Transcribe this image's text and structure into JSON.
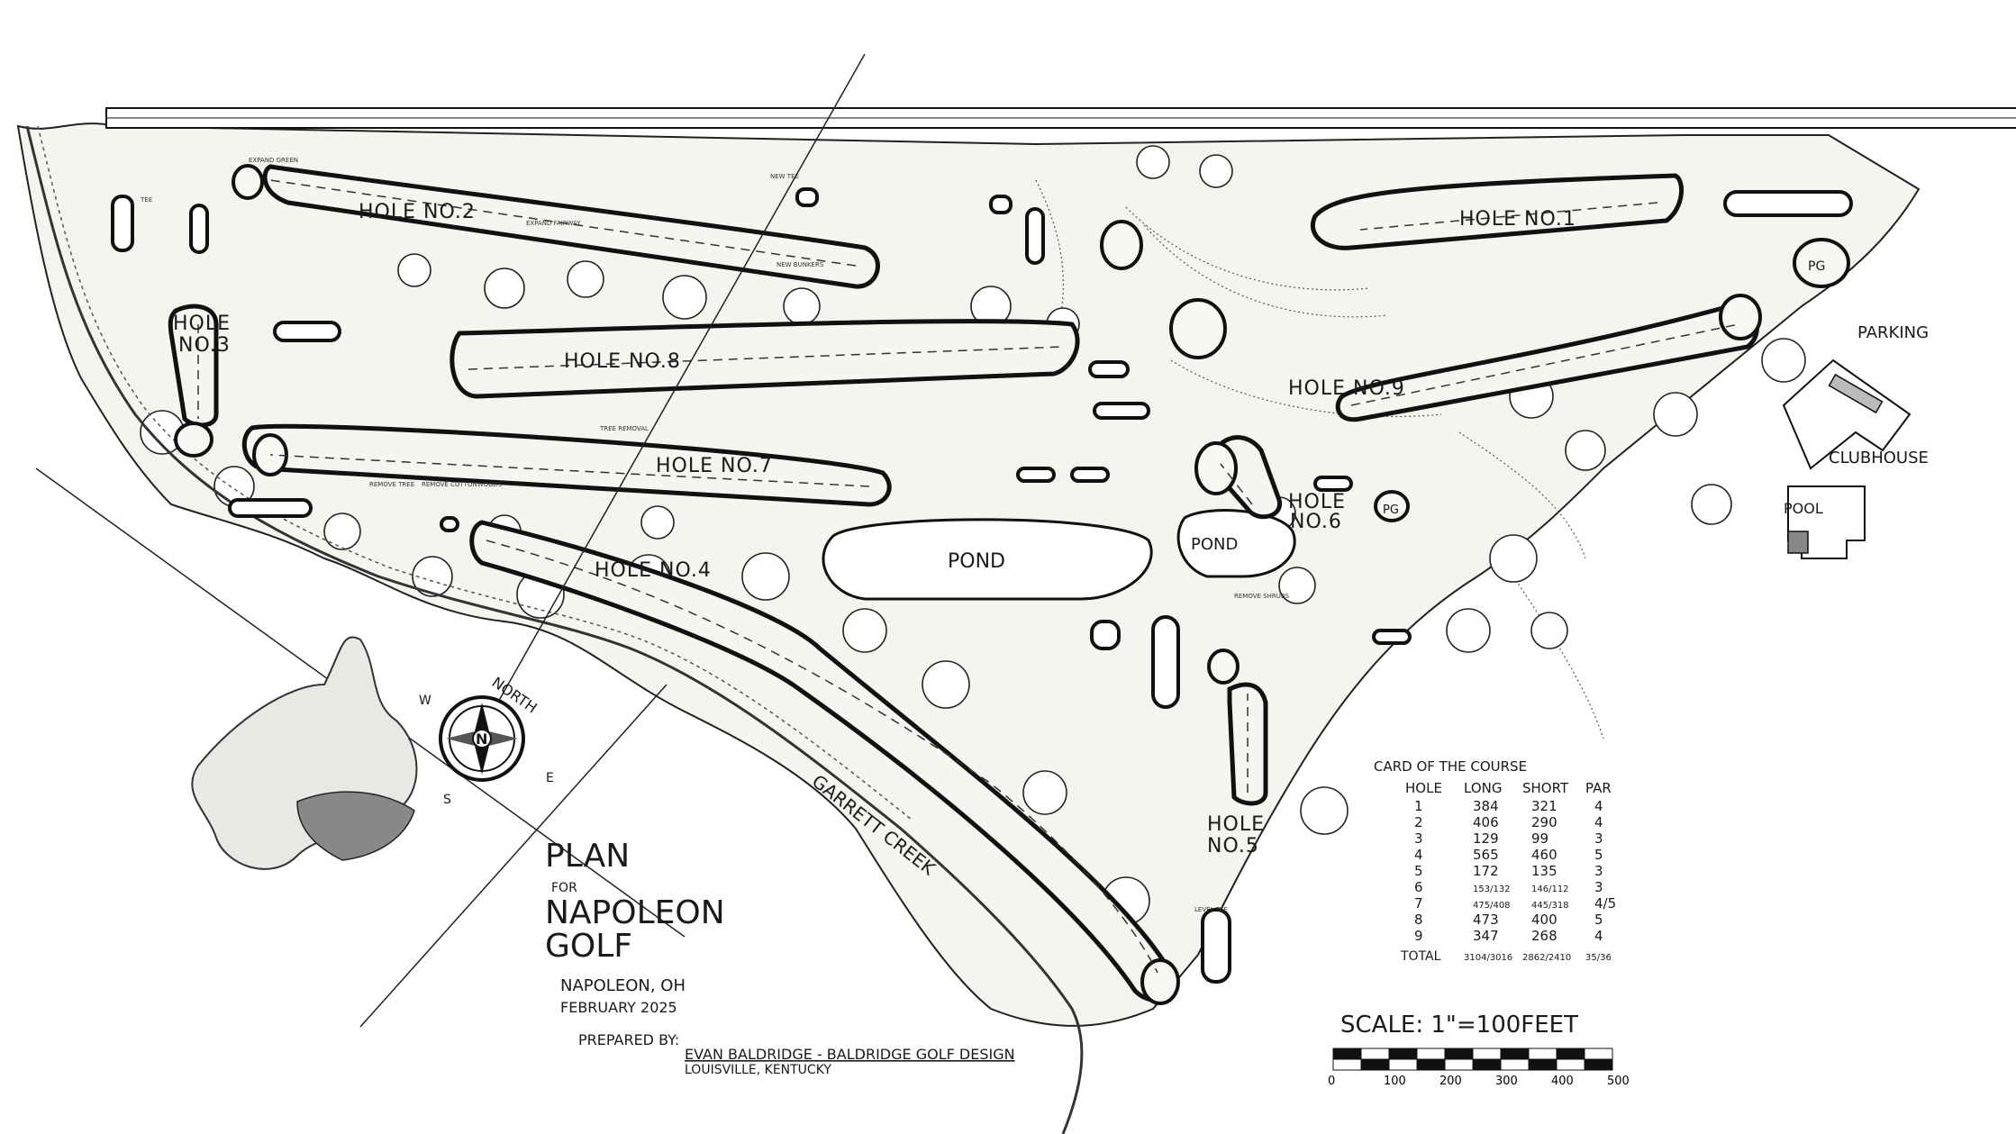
{
  "title": {
    "line1": "PLAN",
    "line2": "FOR",
    "line3": "NAPOLEON",
    "line4": "GOLF"
  },
  "location": "NAPOLEON, OH",
  "date": "FEBRUARY 2025",
  "prepared_by_label": "PREPARED BY:",
  "prepared_by_name": "EVAN BALDRIDGE - BALDRIDGE GOLF DESIGN",
  "prepared_by_city": "LOUISVILLE, KENTUCKY",
  "holes": {
    "h1": "HOLE NO.1",
    "h2": "HOLE NO.2",
    "h3a": "HOLE",
    "h3b": "NO.3",
    "h4": "HOLE NO.4",
    "h5a": "HOLE",
    "h5b": "NO.5",
    "h6a": "HOLE",
    "h6b": "NO.6",
    "h7": "HOLE NO.7",
    "h8": "HOLE NO.8",
    "h9": "HOLE NO.9"
  },
  "features": {
    "pond1": "POND",
    "pond2": "POND",
    "pg1": "PG",
    "pg2": "PG",
    "parking": "PARKING",
    "clubhouse": "CLUBHOUSE",
    "pool": "POOL",
    "creek": "GARRETT CREEK"
  },
  "annotations": {
    "expand_green": "EXPAND GREEN",
    "expand_fairway": "EXPAND FAIRWAY",
    "new_bunkers": "NEW BUNKERS",
    "tree_removal": "TREE REMOVAL",
    "remove_shrubs": "REMOVE SHRUBS",
    "tee": "TEE",
    "new_tee": "NEW TEE",
    "level_tee": "LEVEL TEE",
    "remove_cottonwoods": "REMOVE COTTONWOODS",
    "remove_tree": "REMOVE TREE"
  },
  "compass": {
    "north": "NORTH",
    "n": "N",
    "w": "W",
    "e": "E",
    "s": "S"
  },
  "scorecard": {
    "title": "CARD OF THE COURSE",
    "headers": [
      "HOLE",
      "LONG",
      "SHORT",
      "PAR"
    ],
    "rows": [
      [
        "1",
        "384",
        "321",
        "4"
      ],
      [
        "2",
        "406",
        "290",
        "4"
      ],
      [
        "3",
        "129",
        "99",
        "3"
      ],
      [
        "4",
        "565",
        "460",
        "5"
      ],
      [
        "5",
        "172",
        "135",
        "3"
      ],
      [
        "6",
        "153/132",
        "146/112",
        "3"
      ],
      [
        "7",
        "475/408",
        "445/318",
        "4/5"
      ],
      [
        "8",
        "473",
        "400",
        "5"
      ],
      [
        "9",
        "347",
        "268",
        "4"
      ]
    ],
    "total": [
      "TOTAL",
      "3104/3016",
      "2862/2410",
      "35/36"
    ]
  },
  "scale": {
    "label": "SCALE: 1\"=100FEET",
    "ticks": [
      "0",
      "100",
      "200",
      "300",
      "400",
      "500"
    ]
  },
  "colors": {
    "ink": "#111111",
    "paper": "#ffffff",
    "turf": "#f4f6f1"
  }
}
